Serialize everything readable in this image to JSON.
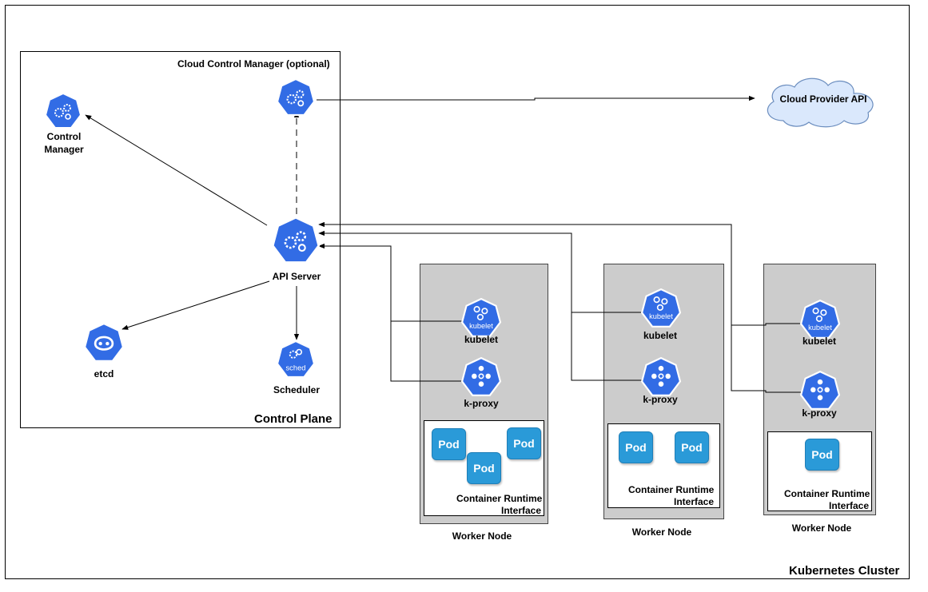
{
  "cluster": {
    "label": "Kubernetes Cluster"
  },
  "control_plane": {
    "label": "Control Plane",
    "ccm_label": "Cloud Control Manager (optional)",
    "control_manager_label_1": "Control",
    "control_manager_label_2": "Manager",
    "api_server_label": "API Server",
    "etcd_label": "etcd",
    "scheduler_label": "Scheduler",
    "sched_badge": "sched"
  },
  "cloud": {
    "label": "Cloud Provider API"
  },
  "nodes": [
    {
      "label": "Worker Node",
      "kubelet": "kubelet",
      "kproxy": "k-proxy",
      "kubelet_badge": "kubelet",
      "cri_1": "Container Runtime",
      "cri_2": "Interface",
      "pods": [
        "Pod",
        "Pod",
        "Pod"
      ]
    },
    {
      "label": "Worker Node",
      "kubelet": "kubelet",
      "kproxy": "k-proxy",
      "kubelet_badge": "kubelet",
      "cri_1": "Container Runtime",
      "cri_2": "Interface",
      "pods": [
        "Pod",
        "Pod"
      ]
    },
    {
      "label": "Worker Node",
      "kubelet": "kubelet",
      "kproxy": "k-proxy",
      "kubelet_badge": "kubelet",
      "cri_1": "Container Runtime",
      "cri_2": "Interface",
      "pods": [
        "Pod"
      ]
    }
  ],
  "colors": {
    "k8s_blue": "#326ce5",
    "node_gray": "#cccccc",
    "pod_blue": "#2a9ad8",
    "cloud_fill": "#dae8fc"
  }
}
